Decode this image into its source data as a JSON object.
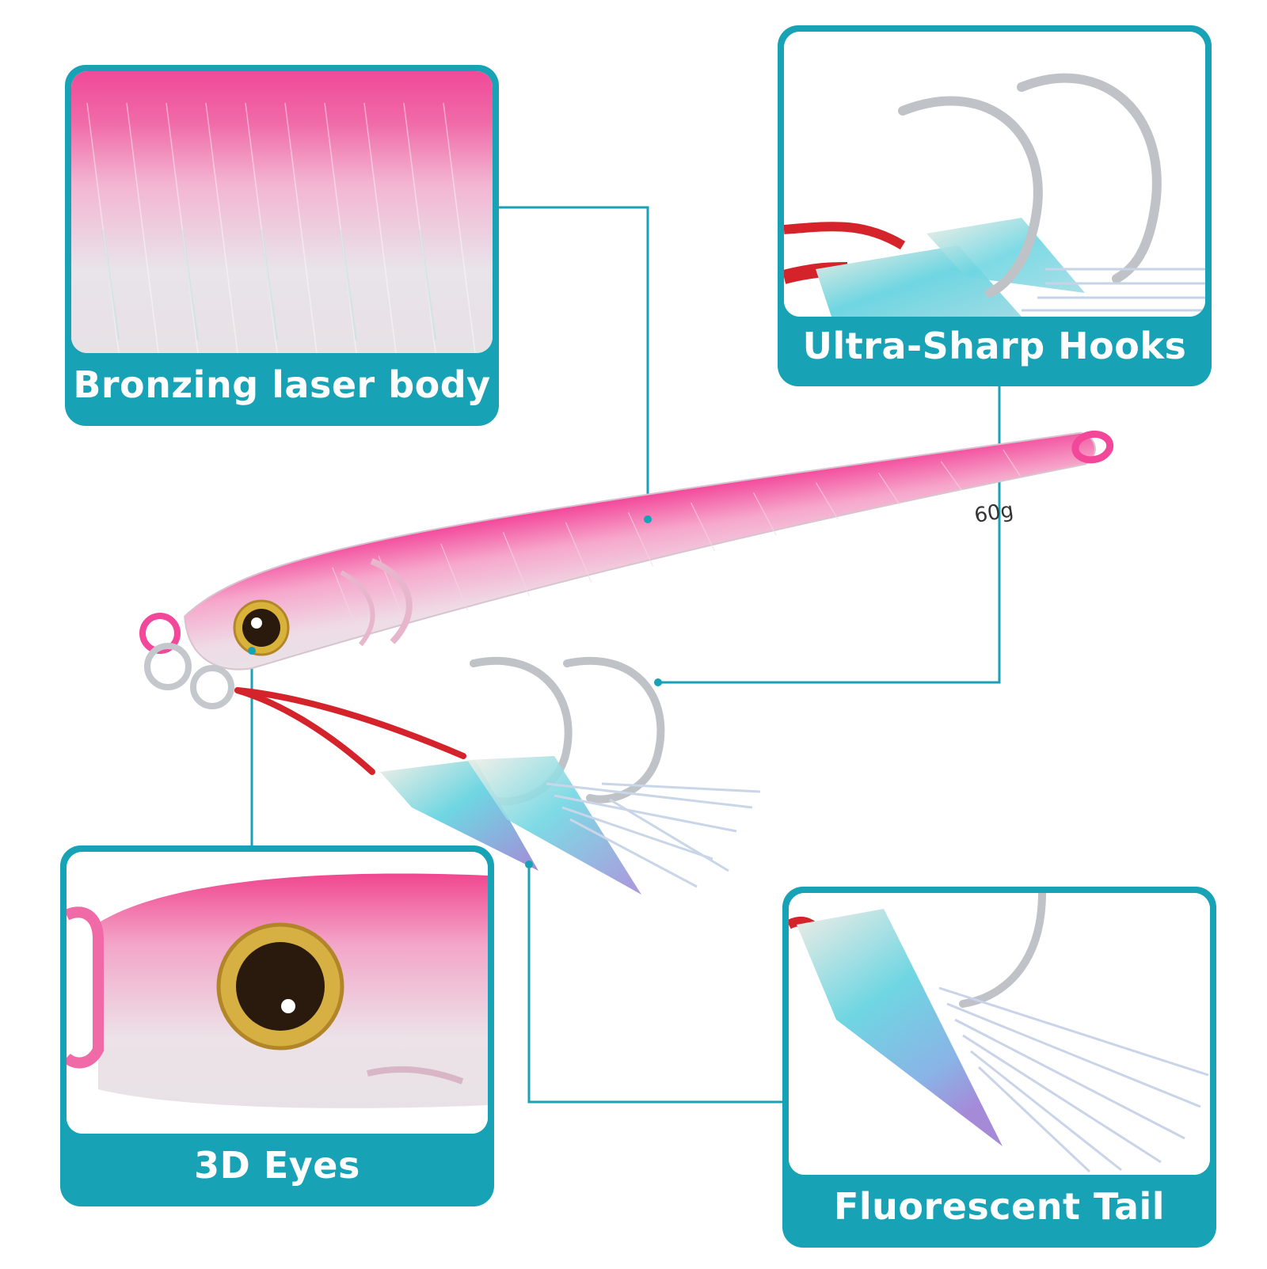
{
  "features": {
    "body": {
      "label": "Bronzing laser body"
    },
    "hooks": {
      "label": "Ultra-Sharp Hooks"
    },
    "eyes": {
      "label": "3D Eyes"
    },
    "tail": {
      "label": "Fluorescent Tail"
    }
  },
  "lure": {
    "weight_mark": "60g"
  },
  "colors": {
    "accent": "#17a2b5",
    "lure_pink": "#f3479a",
    "lure_belly": "#f1e1ea",
    "cord_red": "#d4232a",
    "hook_silver": "#bfc3c7",
    "tail_cyan": "#6fd6e2",
    "tail_purple": "#a58ad8"
  }
}
